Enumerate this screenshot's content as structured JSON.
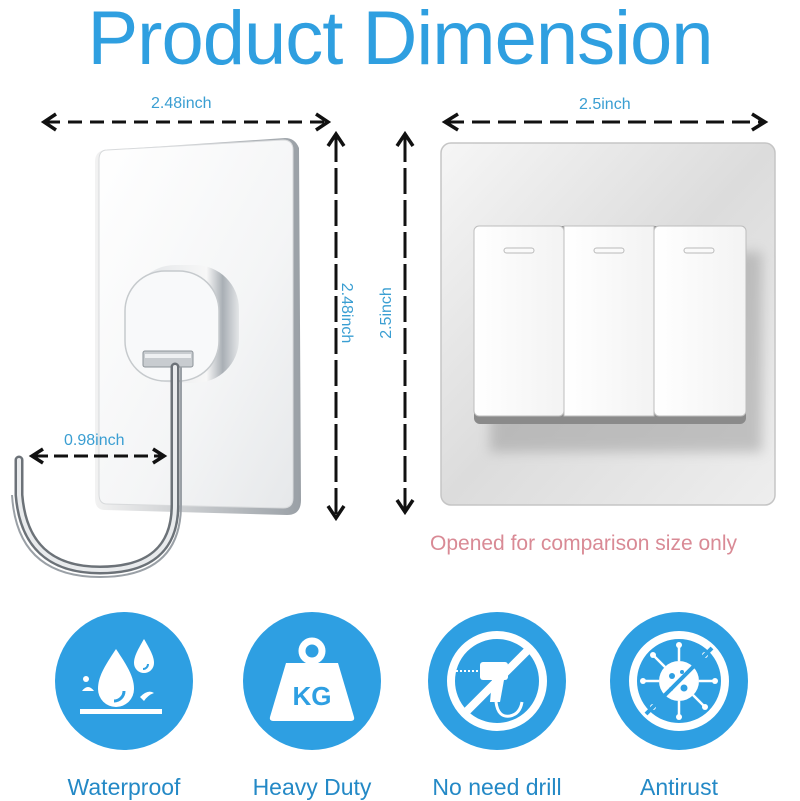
{
  "title": "Product Dimension",
  "colors": {
    "title_blue": "#2f9fe0",
    "dimension_text": "#3a9ed2",
    "note_pink": "#d98a95",
    "icon_blue": "#2e9fe2",
    "label_blue": "#2489c6"
  },
  "hook_product": {
    "width_label": "2.48inch",
    "height_label": "2.48inch",
    "hook_depth_label": "0.98inch"
  },
  "switch_comparison": {
    "width_label": "2.5inch",
    "height_label": "2.5inch",
    "note": "Opened for comparison size only"
  },
  "features": [
    {
      "icon": "water-drops-icon",
      "label": "Waterproof"
    },
    {
      "icon": "kg-weight-icon",
      "label": "Heavy Duty",
      "icon_text": "KG"
    },
    {
      "icon": "no-drill-icon",
      "label": "No need drill"
    },
    {
      "icon": "antirust-virus-icon",
      "label": "Antirust"
    }
  ]
}
